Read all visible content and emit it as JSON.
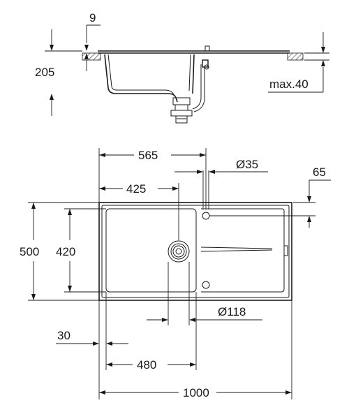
{
  "side_view": {
    "thickness": "9",
    "depth": "205",
    "worktop": "max.40"
  },
  "top_view": {
    "overall_width": "1000",
    "overall_depth": "500",
    "bowl_depth": "420",
    "to_tap_hole": "565",
    "to_drain_center": "425",
    "tap_hole_diameter": "Ø35",
    "tap_hole_offset": "65",
    "drain_diameter": "Ø118",
    "bowl_width": "480",
    "bowl_offset": "30"
  }
}
